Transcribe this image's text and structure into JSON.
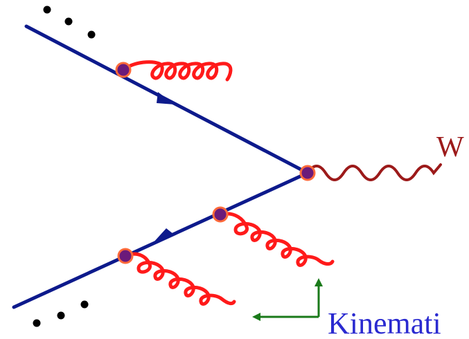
{
  "diagram": {
    "labels": {
      "boson": "W",
      "caption": "Kinemati"
    },
    "colors": {
      "background": "#ffffff",
      "quark_line": "#0d1a8c",
      "gluon": "#ff1a1a",
      "boson_wave": "#9c1a1a",
      "vertex_fill": "#6b1a7a",
      "vertex_outline": "#ff6a3a",
      "dots": "#000000",
      "arrow": "#1a7a1a",
      "caption": "#2a2ad0"
    },
    "elements": {
      "incoming_quark": "quark-line",
      "outgoing_quark": "quark-line",
      "boson": "wavy-line",
      "gluons": 3,
      "vertices": 4,
      "ellipsis_groups": 2
    }
  }
}
